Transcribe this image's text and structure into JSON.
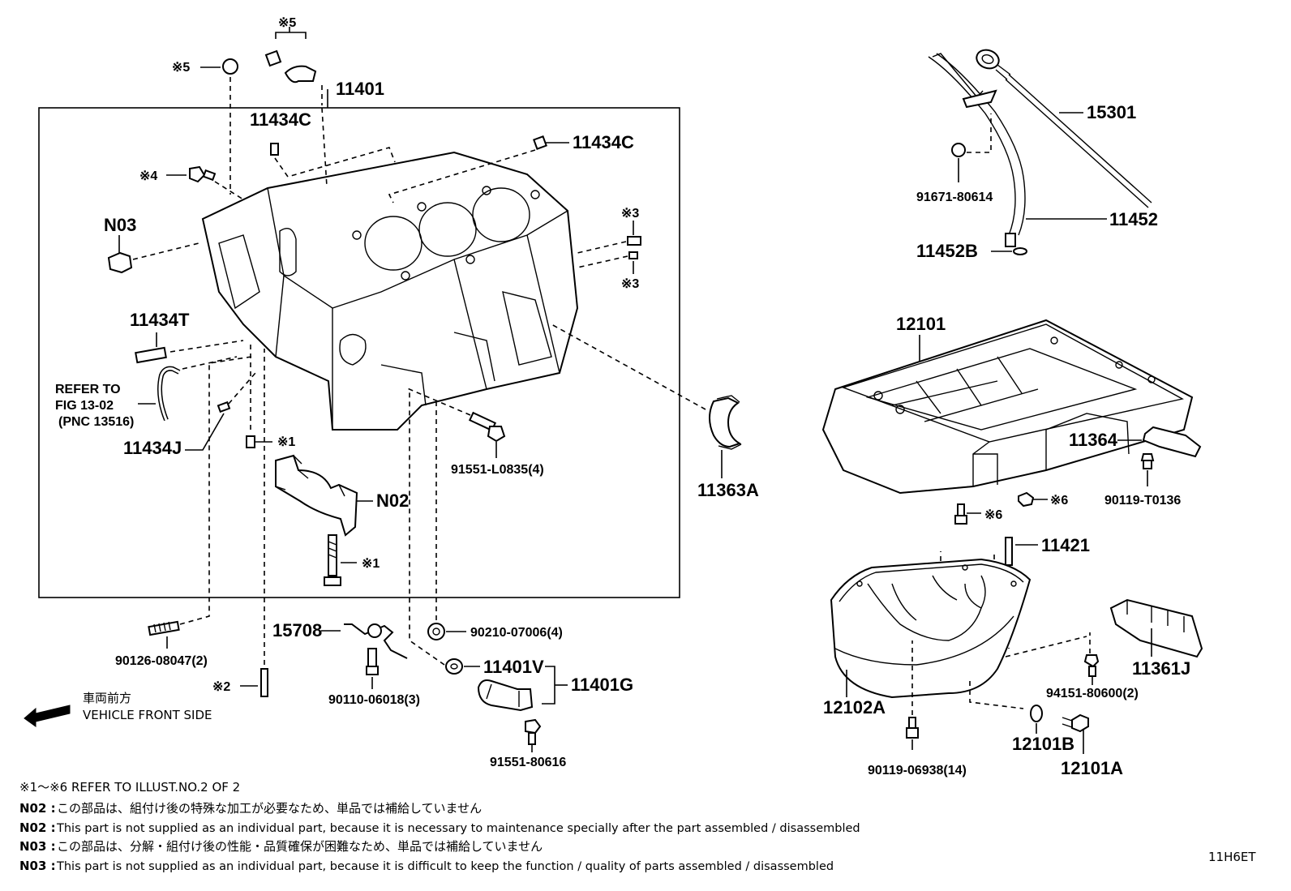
{
  "labels": {
    "l11401": "11401",
    "l11434c_a": "11434C",
    "l11434c_b": "11434C",
    "x5_top": "※5",
    "x5_left": "※5",
    "x4": "※4",
    "n03": "N03",
    "x3_a": "※3",
    "x3_b": "※3",
    "l11434t": "11434T",
    "refer_line1": "REFER TO",
    "refer_line2": "FIG 13-02",
    "refer_line3": "(PNC 13516)",
    "l11434j": "11434J",
    "x1_a": "※1",
    "n02": "N02",
    "x1_b": "※1",
    "l91551_l0835": "91551-L0835(4)",
    "l11363a": "11363A",
    "l90126": "90126-08047(2)",
    "x2": "※2",
    "l15708": "15708",
    "l90110": "90110-06018(3)",
    "l90210": "90210-07006(4)",
    "l11401v": "11401V",
    "l11401g": "11401G",
    "l91551_80616": "91551-80616",
    "l15301": "15301",
    "l91671": "91671-80614",
    "l11452": "11452",
    "l11452b": "11452B",
    "l12101": "12101",
    "l11364": "11364",
    "l90119_t0136": "90119-T0136",
    "x6_a": "※6",
    "x6_b": "※6",
    "l11421": "11421",
    "l12102a": "12102A",
    "l11361j": "11361J",
    "l94151": "94151-80600(2)",
    "l12101b": "12101B",
    "l12101a": "12101A",
    "l90119_06938": "90119-06938(14)"
  },
  "front": {
    "jp": "車両前方",
    "en": "VEHICLE FRONT SIDE"
  },
  "notes": {
    "n1": "※1～※6  REFER TO ILLUST.NO.2 OF 2",
    "n2_code": "N02 :",
    "n2_text": "この部品は、組付け後の特殊な加工が必要なため、単品では補給していません",
    "n3_code": "N02 :",
    "n3_text": "This part is not supplied as an individual part, because it is necessary to maintenance specially after the part assembled / disassembled",
    "n4_code": "N03 :",
    "n4_text": "この部品は、分解・組付け後の性能・品質確保が困難なため、単品では補給していません",
    "n5_code": "N03 :",
    "n5_text": "This part is not supplied as an individual part, because it is difficult to keep the function / quality of parts  assembled / disassembled"
  },
  "illust_code": "11H6ET"
}
